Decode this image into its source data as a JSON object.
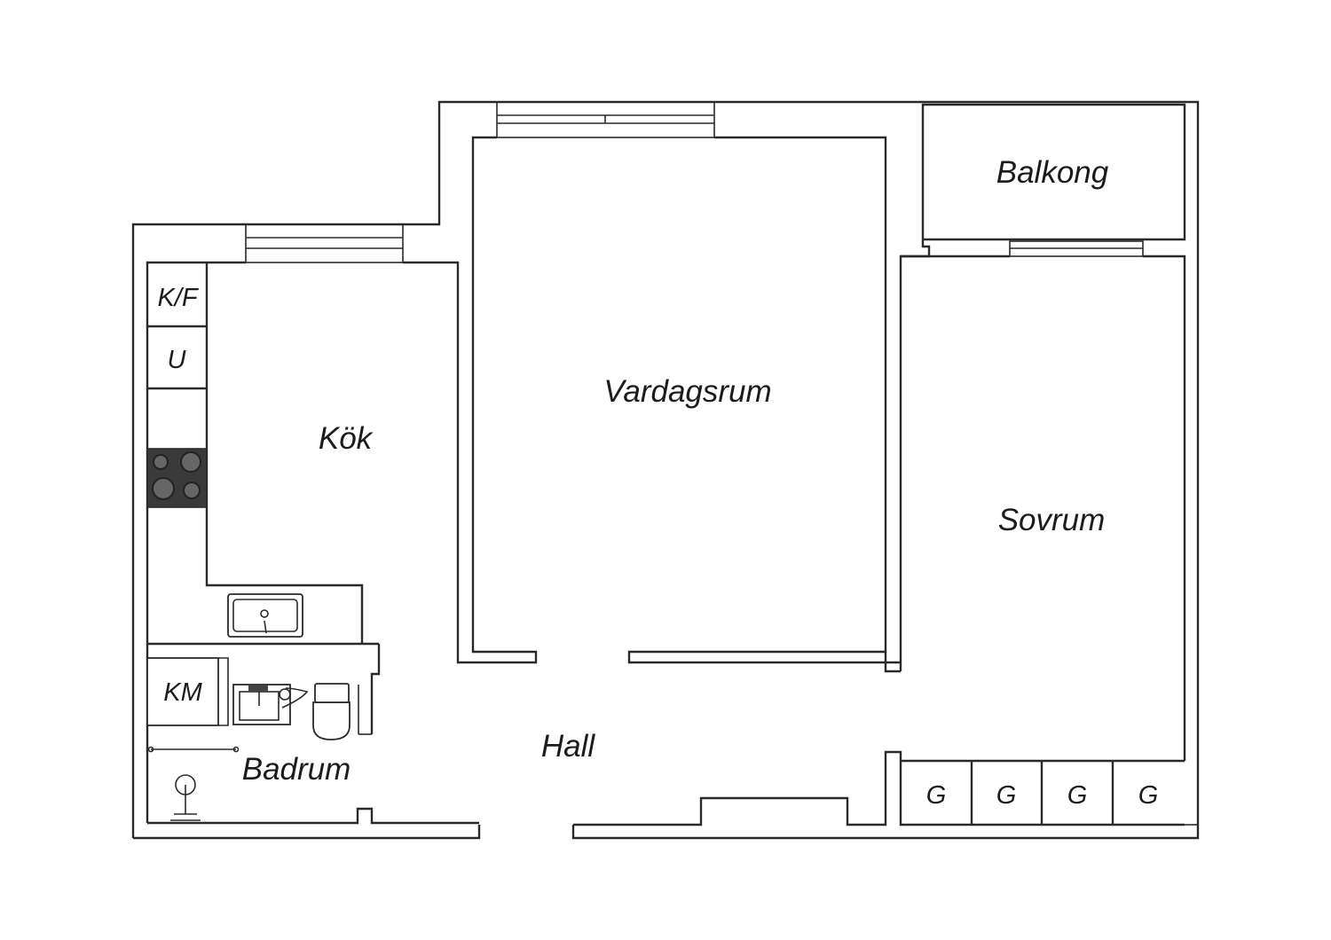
{
  "rooms": {
    "balcony": "Balkong",
    "living": "Vardagsrum",
    "kitchen": "Kök",
    "bedroom": "Sovrum",
    "hall": "Hall",
    "bathroom": "Badrum"
  },
  "fixtures": {
    "fridge_freezer": "K/F",
    "oven": "U",
    "washing_machine": "KM",
    "wardrobes": [
      "G",
      "G",
      "G",
      "G"
    ]
  },
  "colors": {
    "line": "#2a2a2a",
    "stove": "#3a3a3a"
  }
}
